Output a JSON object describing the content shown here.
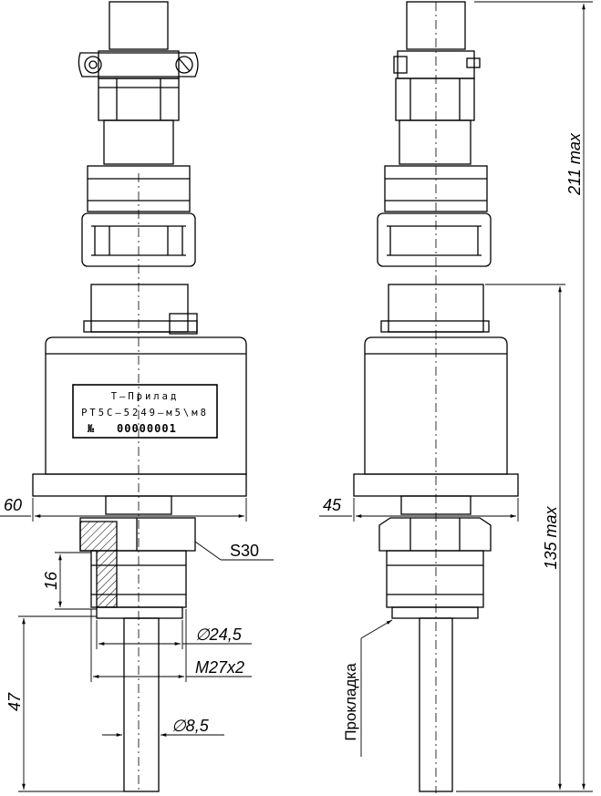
{
  "plate": {
    "line1": "Т–Прилад",
    "line2": "РТ5С–5249–м5\\м8",
    "number_sign": "№",
    "number": "00000001"
  },
  "dimensions": {
    "overall_height": "211 max",
    "body_height": "135 max",
    "width_front": "60",
    "width_side": "45",
    "wrench": "S30",
    "thread_length": "16",
    "probe_length": "47",
    "diameter_flange": "∅24,5",
    "thread": "M27x2",
    "probe_diameter": "∅8,5"
  },
  "labels": {
    "gasket": "Прокладка"
  },
  "colors": {
    "line": "#000000",
    "hatch": "#000000",
    "background": "#ffffff"
  }
}
